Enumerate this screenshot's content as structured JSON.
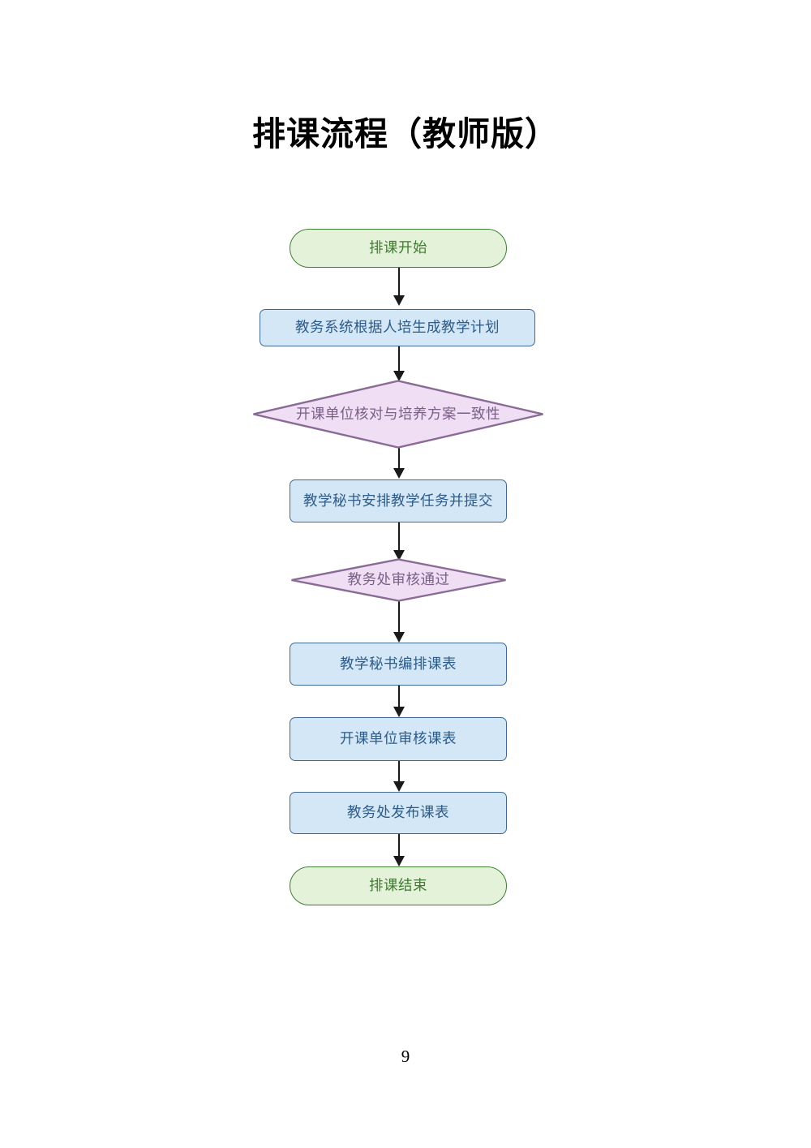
{
  "document": {
    "title": "排课流程（教师版）",
    "page_number": "9"
  },
  "colors": {
    "terminator_fill": "#e4f2da",
    "terminator_border": "#3f7d35",
    "terminator_text": "#417a32",
    "process_fill": "#d3e7f7",
    "process_border": "#41698f",
    "process_text": "#2d5b8a",
    "decision_fill": "#efdef4",
    "decision_border": "#8a6b95",
    "decision_text": "#7a5f86",
    "connector": "#1a1a1a",
    "page_background": "#ffffff"
  },
  "flowchart": {
    "type": "flowchart",
    "orientation": "top-to-bottom",
    "nodes": [
      {
        "id": "n1",
        "shape": "terminator",
        "label": "排课开始"
      },
      {
        "id": "n2",
        "shape": "process",
        "label": "教务系统根据人培生成教学计划"
      },
      {
        "id": "n3",
        "shape": "decision",
        "label": "开课单位核对与培养方案一致性"
      },
      {
        "id": "n4",
        "shape": "process",
        "label": "教学秘书安排教学任务并提交"
      },
      {
        "id": "n5",
        "shape": "decision",
        "label": "教务处审核通过"
      },
      {
        "id": "n6",
        "shape": "process",
        "label": "教学秘书编排课表"
      },
      {
        "id": "n7",
        "shape": "process",
        "label": "开课单位审核课表"
      },
      {
        "id": "n8",
        "shape": "process",
        "label": "教务处发布课表"
      },
      {
        "id": "n9",
        "shape": "terminator",
        "label": "排课结束"
      }
    ],
    "edges": [
      {
        "from": "n1",
        "to": "n2",
        "label": ""
      },
      {
        "from": "n2",
        "to": "n3",
        "label": ""
      },
      {
        "from": "n3",
        "to": "n4",
        "label": ""
      },
      {
        "from": "n4",
        "to": "n5",
        "label": ""
      },
      {
        "from": "n5",
        "to": "n6",
        "label": ""
      },
      {
        "from": "n6",
        "to": "n7",
        "label": ""
      },
      {
        "from": "n7",
        "to": "n8",
        "label": ""
      },
      {
        "from": "n8",
        "to": "n9",
        "label": ""
      }
    ]
  }
}
